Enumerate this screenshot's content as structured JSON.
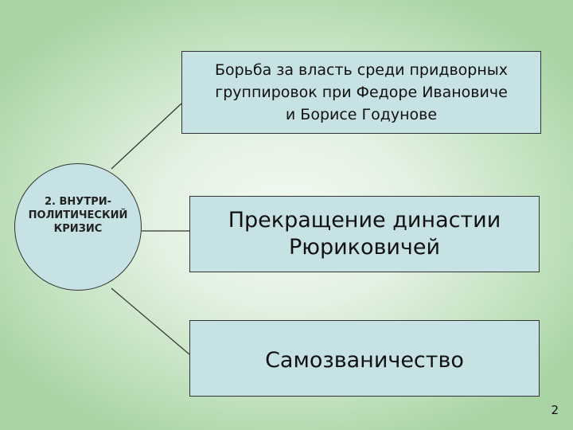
{
  "diagram": {
    "center_node": {
      "label": "2. ВНУТРИ-\nПОЛИТИЧЕСКИЙ\nКРИЗИС"
    },
    "boxes": [
      {
        "label": "Борьба за власть среди придворных\nгруппировок при Федоре Ивановиче\nи Борисе Годунове"
      },
      {
        "label": "Прекращение династии\nРюриковичей"
      },
      {
        "label": "Самозваничество"
      }
    ]
  },
  "colors": {
    "background": "#a8d2a3",
    "node_fill": "#c7e2e4",
    "border": "#333333"
  },
  "page_number": "2"
}
